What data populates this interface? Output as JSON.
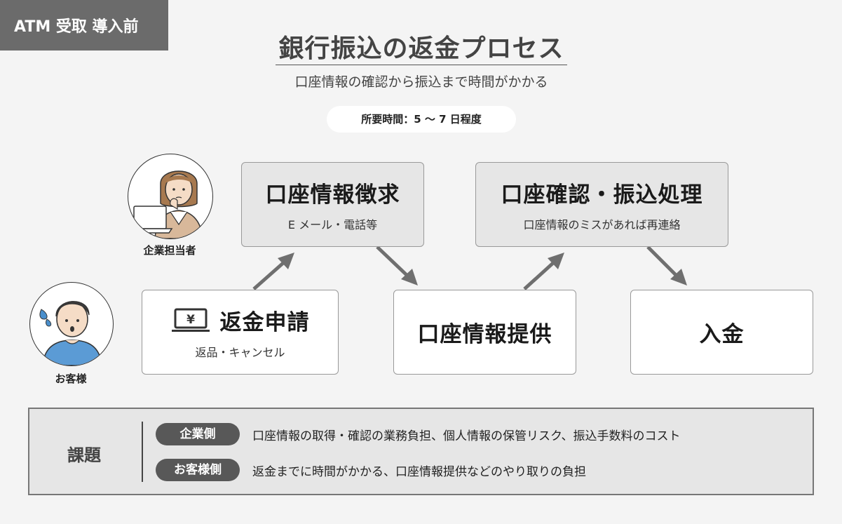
{
  "header": {
    "tag": "ATM 受取 導入前",
    "title": "銀行振込の返金プロセス",
    "subtitle": "口座情報の確認から振込まで時間がかかる",
    "duration": "所要時間：5 〜 7 日程度"
  },
  "actors": {
    "company": "企業担当者",
    "customer": "お客様"
  },
  "steps": {
    "request": {
      "title": "返金申請",
      "sub": "返品・キャンセル",
      "icon": "laptop-yen-icon"
    },
    "ask": {
      "title": "口座情報徴求",
      "sub": "E メール・電話等"
    },
    "provide": {
      "title": "口座情報提供"
    },
    "confirm": {
      "title": "口座確認・振込処理",
      "sub": "口座情報のミスがあれば再連絡"
    },
    "deposit": {
      "title": "入金"
    }
  },
  "issues": {
    "label": "課題",
    "rows": [
      {
        "tag": "企業側",
        "text": "口座情報の取得・確認の業務負担、個人情報の保管リスク、振込手数料のコスト"
      },
      {
        "tag": "お客様側",
        "text": "返金までに時間がかかる、口座情報提供などのやり取りの負担"
      }
    ]
  },
  "colors": {
    "background": "#f4f4f4",
    "corner_tag": "#6b6b6b",
    "gray_box": "#e6e6e6",
    "arrow": "#6f6f6f",
    "pill": "#585858",
    "customer_shirt": "#5b9bd5"
  }
}
